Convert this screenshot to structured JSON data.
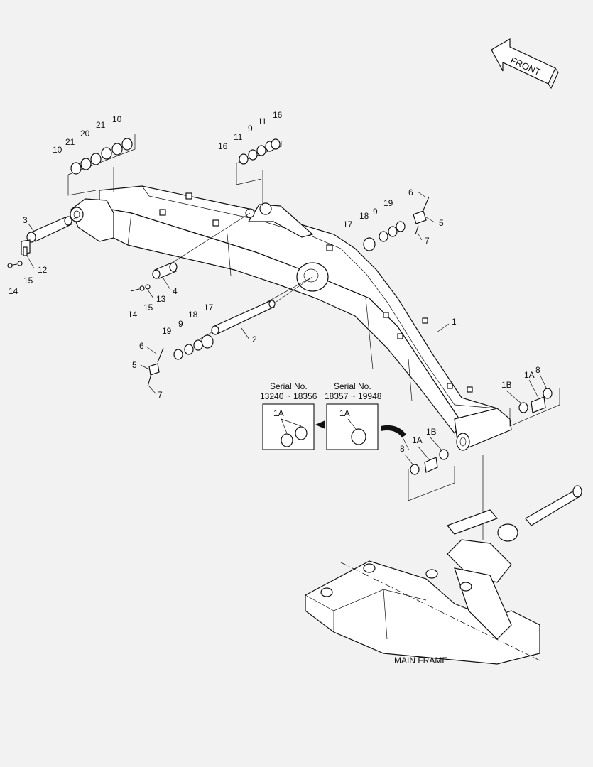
{
  "labels": {
    "front": "FRONT",
    "main_frame": "MAIN FRAME",
    "serial_heading": "Serial No.",
    "serial_range_a": "13240 ~ 18356",
    "serial_range_b": "18357 ~ 19948"
  },
  "callouts": [
    {
      "id": "c1",
      "text": "1"
    },
    {
      "id": "c1a_inset_a",
      "text": "1A"
    },
    {
      "id": "c1a_inset_b",
      "text": "1A"
    },
    {
      "id": "c1a_right",
      "text": "1A"
    },
    {
      "id": "c1a_left",
      "text": "1A"
    },
    {
      "id": "c1b_right",
      "text": "1B"
    },
    {
      "id": "c1b_left",
      "text": "1B"
    },
    {
      "id": "c2",
      "text": "2"
    },
    {
      "id": "c3",
      "text": "3"
    },
    {
      "id": "c4",
      "text": "4"
    },
    {
      "id": "c5_top",
      "text": "5"
    },
    {
      "id": "c5_bot",
      "text": "5"
    },
    {
      "id": "c6_top",
      "text": "6"
    },
    {
      "id": "c6_bot",
      "text": "6"
    },
    {
      "id": "c7_top",
      "text": "7"
    },
    {
      "id": "c7_bot",
      "text": "7"
    },
    {
      "id": "c8_right",
      "text": "8"
    },
    {
      "id": "c8_left",
      "text": "8"
    },
    {
      "id": "c9_top",
      "text": "9"
    },
    {
      "id": "c9_mid",
      "text": "9"
    },
    {
      "id": "c9_bot",
      "text": "9"
    },
    {
      "id": "c10_a",
      "text": "10"
    },
    {
      "id": "c10_b",
      "text": "10"
    },
    {
      "id": "c11_a",
      "text": "11"
    },
    {
      "id": "c11_b",
      "text": "11"
    },
    {
      "id": "c12",
      "text": "12"
    },
    {
      "id": "c13",
      "text": "13"
    },
    {
      "id": "c14_a",
      "text": "14"
    },
    {
      "id": "c14_b",
      "text": "14"
    },
    {
      "id": "c15_a",
      "text": "15"
    },
    {
      "id": "c15_b",
      "text": "15"
    },
    {
      "id": "c16_a",
      "text": "16"
    },
    {
      "id": "c16_b",
      "text": "16"
    },
    {
      "id": "c17_top",
      "text": "17"
    },
    {
      "id": "c17_bot",
      "text": "17"
    },
    {
      "id": "c18_top",
      "text": "18"
    },
    {
      "id": "c18_bot",
      "text": "18"
    },
    {
      "id": "c19_top",
      "text": "19"
    },
    {
      "id": "c19_bot",
      "text": "19"
    },
    {
      "id": "c20",
      "text": "20"
    },
    {
      "id": "c21_a",
      "text": "21"
    },
    {
      "id": "c21_b",
      "text": "21"
    }
  ],
  "colors": {
    "ink": "#111111",
    "paper": "#f2f2f2",
    "part_fill": "#ffffff"
  }
}
